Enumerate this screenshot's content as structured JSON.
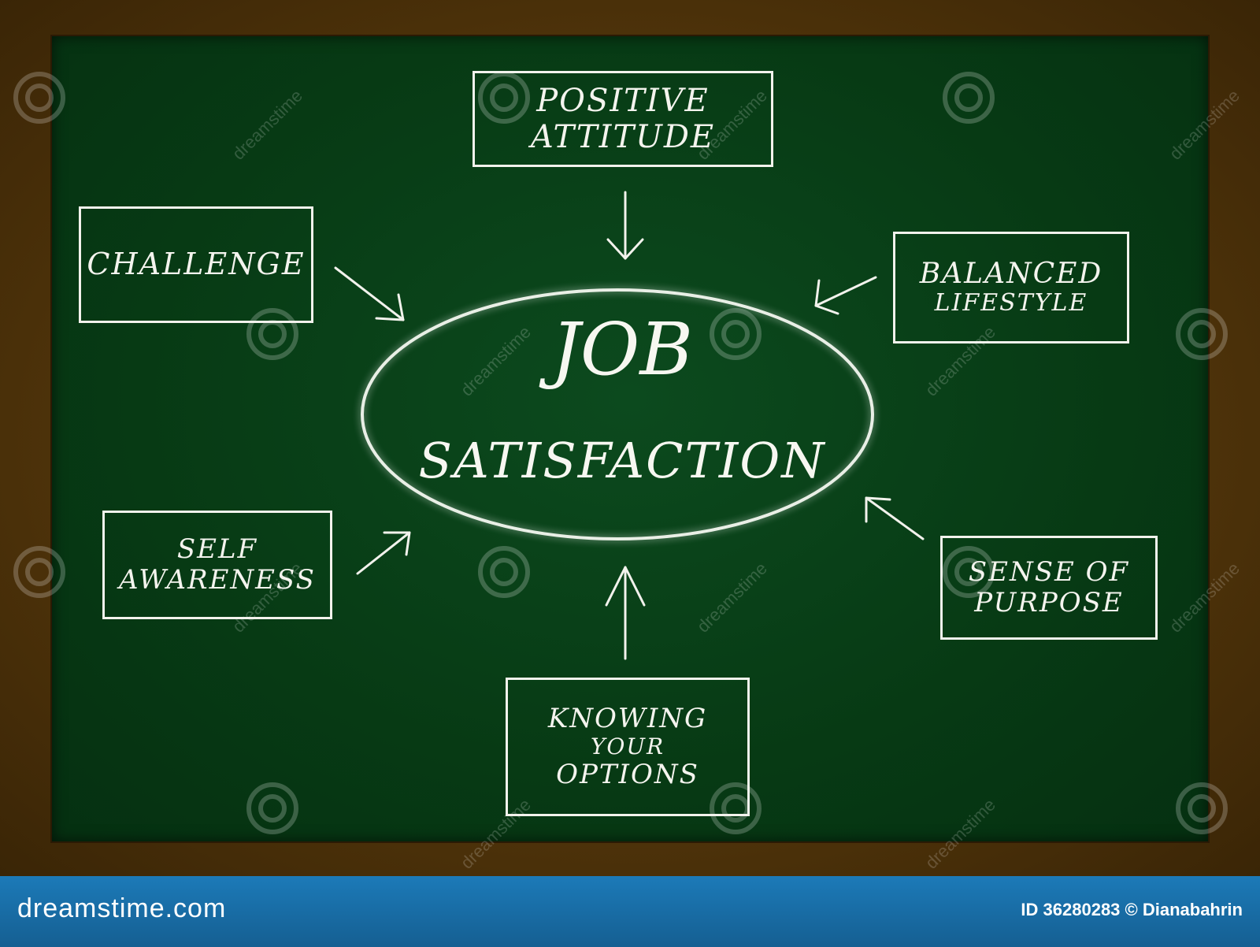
{
  "center": {
    "line1": "JOB",
    "line2": "SATISFACTION"
  },
  "nodes": {
    "positive_attitude": [
      "Positive",
      "Attitude"
    ],
    "challenge": [
      "Challenge"
    ],
    "balanced_lifestyle": [
      "Balanced",
      "Lifestyle"
    ],
    "self_awareness": [
      "Self",
      "Awareness"
    ],
    "sense_of_purpose": [
      "Sense of",
      "Purpose"
    ],
    "knowing_your_options": [
      "Knowing",
      "Your",
      "Options"
    ]
  },
  "footer": {
    "brand": "dreamstime.com",
    "credit": "ID 36280283 © Dianabahrin"
  },
  "watermark": "dreamstime",
  "colors": {
    "board": "#0c4a1e",
    "frame": "#5a3a0e",
    "chalk": "#f2f2ec",
    "footer": "#1c7ab8"
  }
}
